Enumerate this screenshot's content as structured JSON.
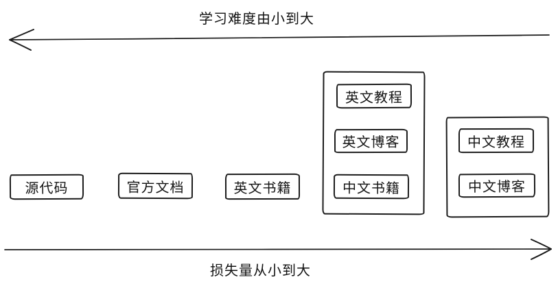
{
  "colors": {
    "ink": "#1b1b1b",
    "background": "#ffffff"
  },
  "axes": {
    "top": {
      "label": "学习难度由小到大",
      "direction": "left"
    },
    "bottom": {
      "label": "损失量从小到大",
      "direction": "right"
    }
  },
  "items": [
    {
      "label": "源代码"
    },
    {
      "label": "官方文档"
    },
    {
      "label": "英文书籍"
    }
  ],
  "groups": [
    {
      "items": [
        {
          "label": "英文教程"
        },
        {
          "label": "英文博客"
        },
        {
          "label": "中文书籍"
        }
      ]
    },
    {
      "items": [
        {
          "label": "中文教程"
        },
        {
          "label": "中文博客"
        }
      ]
    }
  ]
}
